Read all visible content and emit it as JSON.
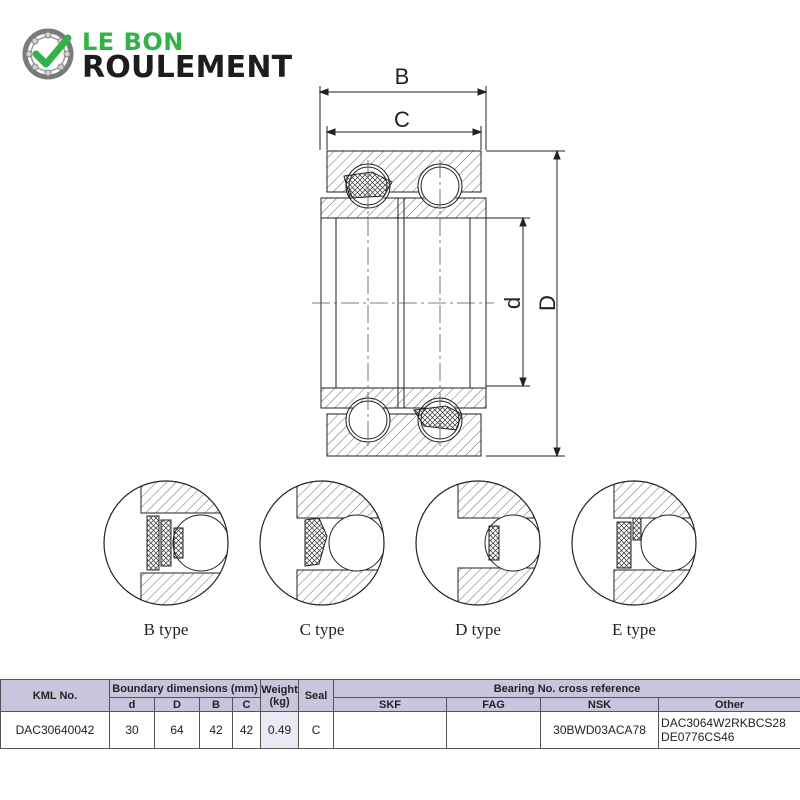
{
  "logo": {
    "line1": "LE BON",
    "line2": "ROULEMENT"
  },
  "dimension_labels": {
    "B": "B",
    "C": "C",
    "d": "d",
    "D": "D"
  },
  "seal_types": [
    "B type",
    "C type",
    "D type",
    "E type"
  ],
  "table": {
    "headers": {
      "kml": "KML No.",
      "boundary": "Boundary dimensions (mm)",
      "weight_line1": "Weight",
      "weight_line2": "(kg)",
      "seal": "Seal",
      "cross_ref": "Bearing No. cross reference",
      "d": "d",
      "D": "D",
      "B": "B",
      "C": "C",
      "skf": "SKF",
      "fag": "FAG",
      "nsk": "NSK",
      "other": "Other"
    },
    "row": {
      "kml": "DAC30640042",
      "d": "30",
      "D": "64",
      "B": "42",
      "C": "42",
      "weight": "0.49",
      "seal": "C",
      "skf": "",
      "fag": "",
      "nsk": "30BWD03ACA78",
      "other_line1": "DAC3064W2RKBCS28",
      "other_line2": "DE0776CS46"
    }
  },
  "colors": {
    "logo_green": "#33b24a",
    "header_fill": "#c9c5dd"
  }
}
